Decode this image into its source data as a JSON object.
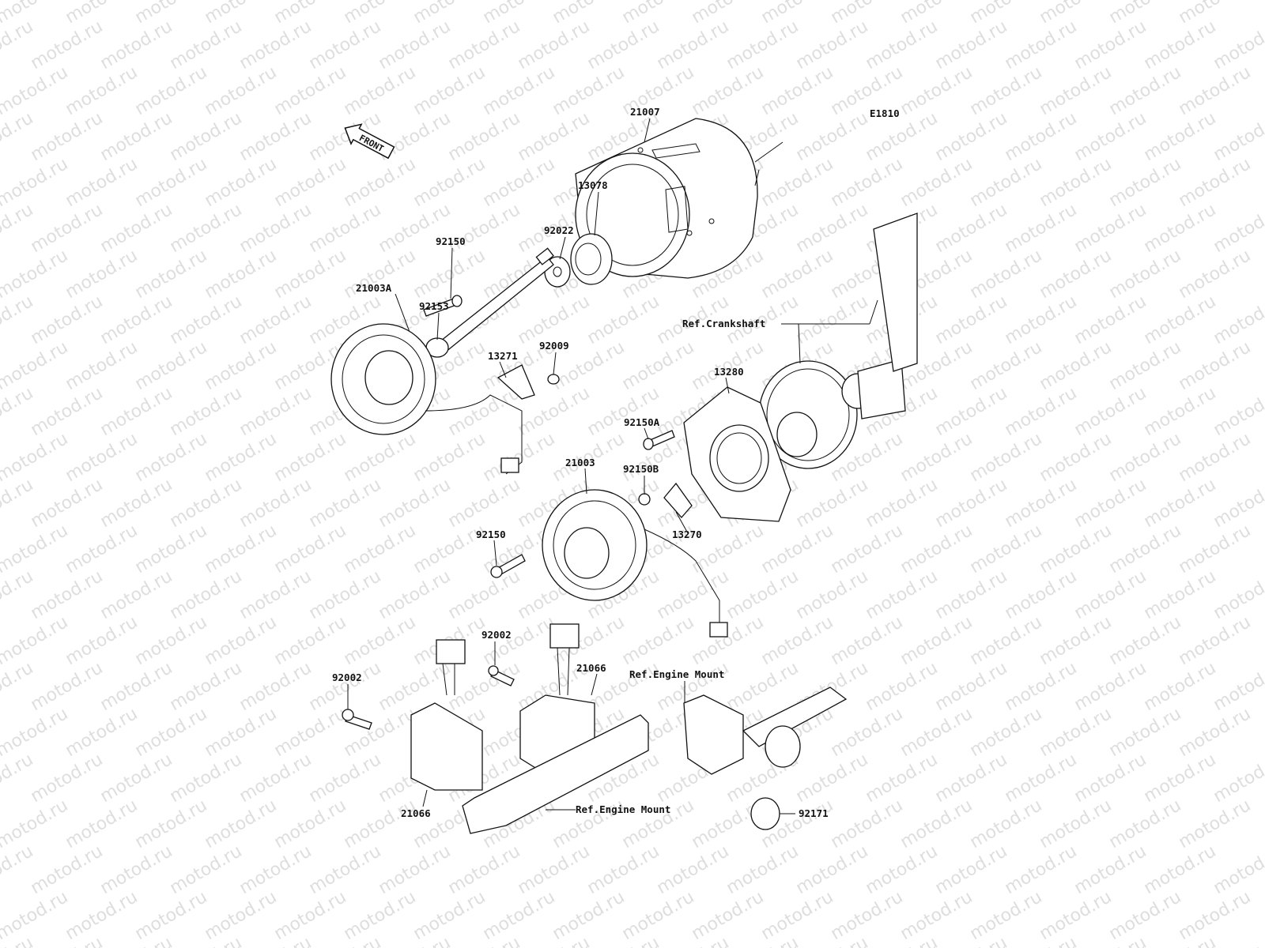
{
  "diagram_code": "E1810",
  "front_label": "FRONT",
  "watermark": "motod.ru",
  "parts": {
    "p21007": "21007",
    "p13078": "13078",
    "p92022": "92022",
    "p92150_top": "92150",
    "p21003A": "21003A",
    "p92153": "92153",
    "p13271": "13271",
    "p92009": "92009",
    "p13280": "13280",
    "p92150A": "92150A",
    "p92150B": "92150B",
    "p21003": "21003",
    "p13270": "13270",
    "p92150_mid": "92150",
    "p92002_mid": "92002",
    "p21066_top": "21066",
    "p92002_left": "92002",
    "p21066_bottom": "21066",
    "p92171": "92171"
  },
  "refs": {
    "crankshaft": "Ref.Crankshaft",
    "engine_mount_top": "Ref.Engine Mount",
    "engine_mount_bottom": "Ref.Engine Mount"
  }
}
